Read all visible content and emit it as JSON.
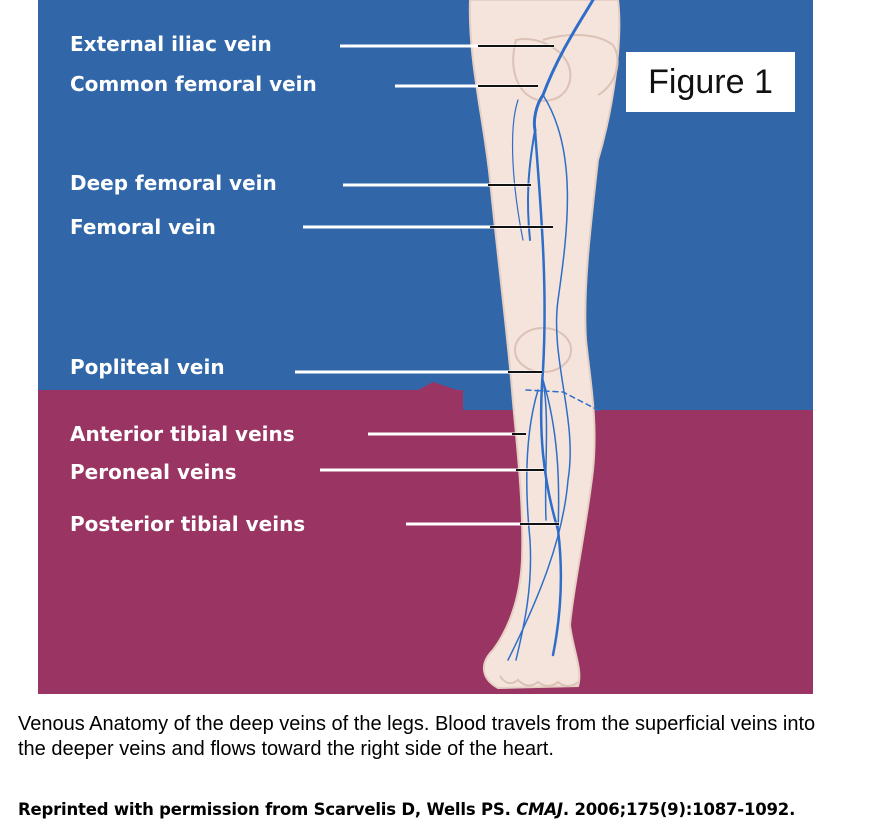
{
  "figure_label": "Figure 1",
  "labels": {
    "external_iliac": "External iliac vein",
    "common_femoral": "Common femoral vein",
    "deep_femoral": "Deep femoral vein",
    "femoral": "Femoral vein",
    "popliteal": "Popliteal vein",
    "anterior_tibial": "Anterior tibial veins",
    "peroneal": "Peroneal veins",
    "posterior_tibial": "Posterior tibial veins"
  },
  "caption": "Venous Anatomy of the deep veins of the legs. Blood travels from the superficial veins into the deeper veins and flows toward the right side of the heart.",
  "credit": {
    "prefix": "Reprinted with permission from Scarvelis D, Wells PS. ",
    "journal": "CMAJ",
    "suffix": ". 2006;175(9):1087-1092."
  },
  "colors": {
    "upper_background": "#3167a8",
    "lower_background": "#9a3462",
    "leg": "#f4e4dc",
    "vein": "#2f6ec8"
  }
}
